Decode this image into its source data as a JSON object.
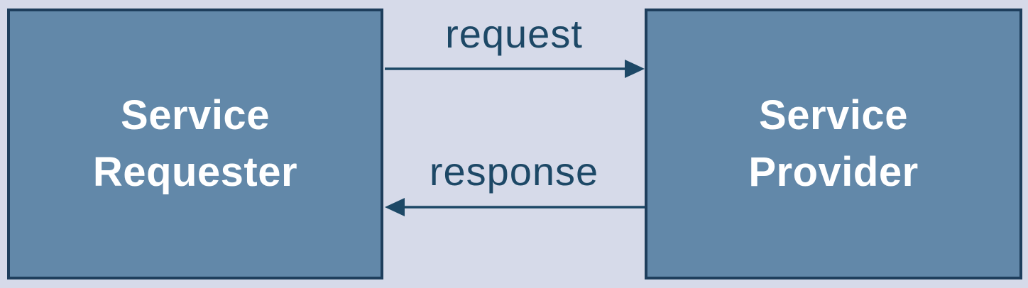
{
  "canvas": {
    "background_color": "#d6dae9"
  },
  "diagram": {
    "nodes": [
      {
        "id": "service-requester",
        "lines": [
          "Service",
          "Requester"
        ],
        "fill_color": "#6288a9",
        "border_color": "#1e3e5c",
        "text_color": "#ffffff"
      },
      {
        "id": "service-provider",
        "lines": [
          "Service",
          "Provider"
        ],
        "fill_color": "#6288a9",
        "border_color": "#1e3e5c",
        "text_color": "#ffffff"
      }
    ],
    "edges": [
      {
        "id": "request",
        "label": "request",
        "from": "service-requester",
        "to": "service-provider",
        "direction": "right"
      },
      {
        "id": "response",
        "label": "response",
        "from": "service-provider",
        "to": "service-requester",
        "direction": "left"
      }
    ],
    "edge_color": "#1d4866"
  }
}
